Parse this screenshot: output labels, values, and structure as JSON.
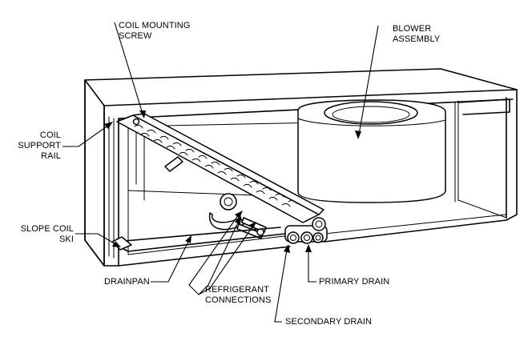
{
  "labels": {
    "coil_mounting_screw": "COIL MOUNTING\nSCREW",
    "blower_assembly": "BLOWER\nASSEMBLY",
    "coil_support_rail": "COIL\nSUPPORT\nRAIL",
    "slope_coil_ski": "SLOPE COIL\nSKI",
    "drainpan": "DRAINPAN",
    "refrigerant_connections": "REFRIGERANT\nCONNECTIONS",
    "primary_drain": "PRIMARY DRAIN",
    "secondary_drain": "SECONDARY DRAIN"
  }
}
